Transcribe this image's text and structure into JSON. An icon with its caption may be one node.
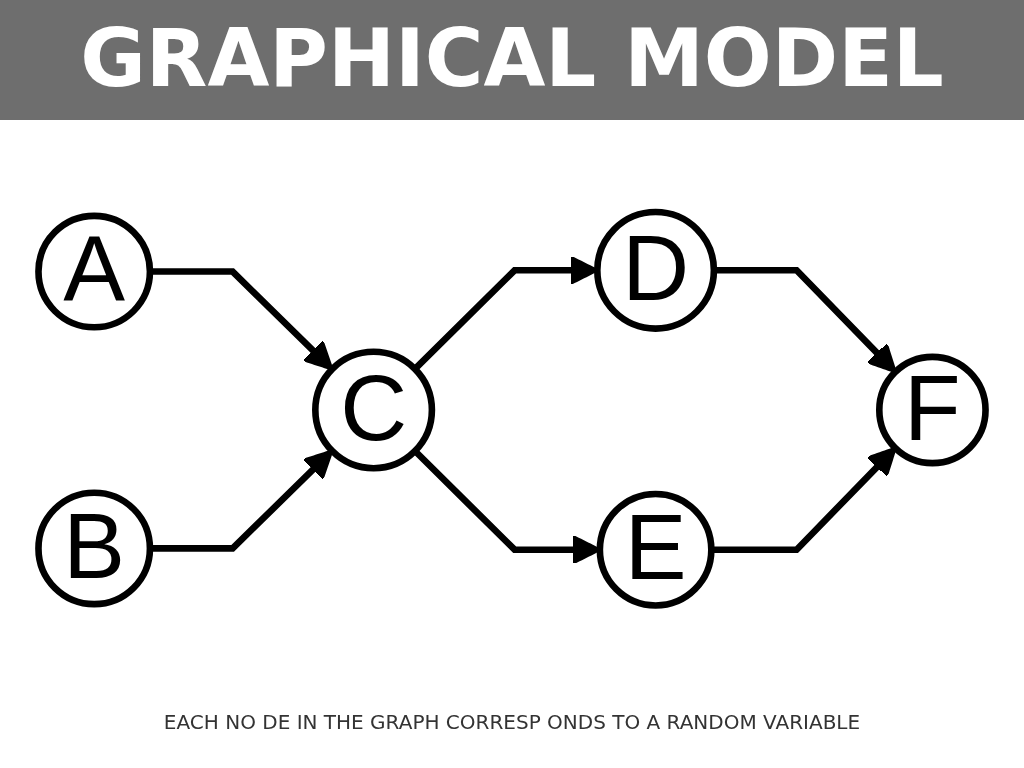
{
  "diagram": {
    "title": "GRAPHICAL MODEL",
    "caption": "EACH NO DE IN THE GRAPH CORRESP ONDS TO A RANDOM VARIABLE",
    "nodes": [
      {
        "text": [
          "A"
        ]
      },
      {
        "text": [
          "B"
        ]
      },
      {
        "text": [
          "C"
        ]
      },
      {
        "text": [
          "D"
        ]
      },
      {
        "text": [
          "E"
        ]
      },
      {
        "text": [
          "F"
        ]
      }
    ],
    "edges": [
      {
        "from": 0,
        "to": 2,
        "arrow": "to"
      },
      {
        "from": 1,
        "to": 2,
        "arrow": "to"
      },
      {
        "from": 2,
        "to": 3,
        "arrow": "to"
      },
      {
        "from": 2,
        "to": 4,
        "arrow": "to"
      },
      {
        "from": 3,
        "to": 5,
        "arrow": "to"
      },
      {
        "from": 4,
        "to": 5,
        "arrow": "to"
      }
    ]
  }
}
